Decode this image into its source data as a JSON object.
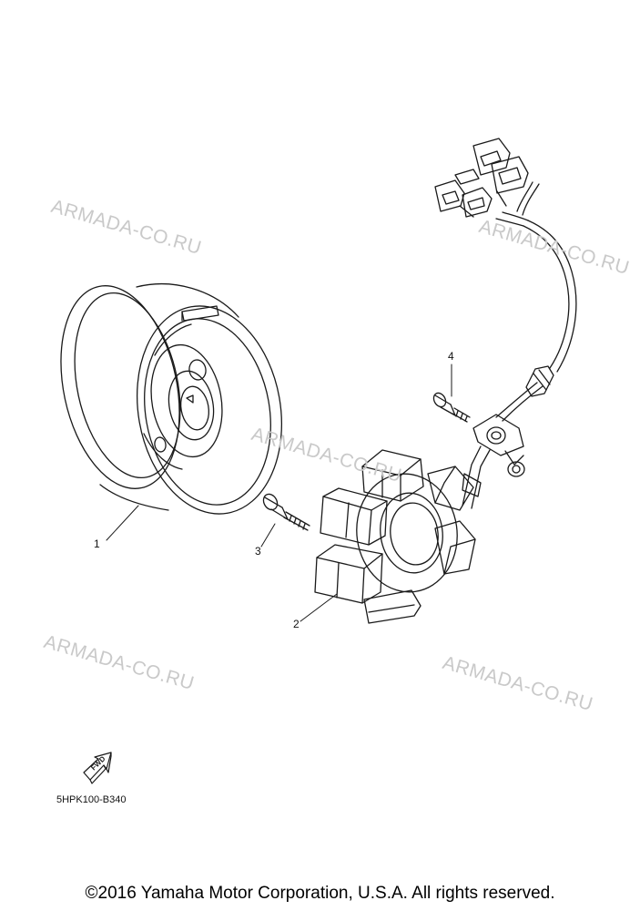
{
  "watermark": "ARMADA-CO.RU",
  "callouts": [
    "1",
    "2",
    "3",
    "4"
  ],
  "fwd_label": "FWD",
  "diagram_code": "5HPK100-B340",
  "copyright": "©2016 Yamaha Motor Corporation, U.S.A. All rights reserved."
}
